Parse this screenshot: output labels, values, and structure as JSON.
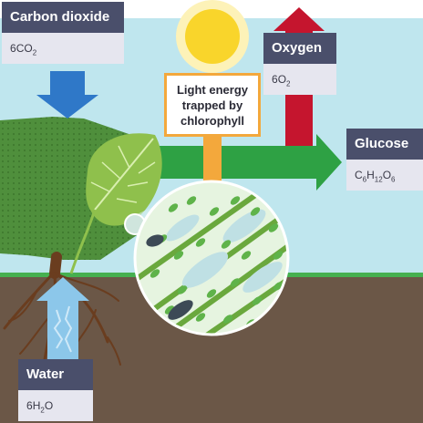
{
  "labels": {
    "carbon_dioxide": {
      "title": "Carbon dioxide",
      "formula": {
        "coef": "6",
        "parts": [
          {
            "t": "CO",
            "s": "2"
          }
        ]
      }
    },
    "oxygen": {
      "title": "Oxygen",
      "formula": {
        "coef": "6",
        "parts": [
          {
            "t": "O",
            "s": "2"
          }
        ]
      }
    },
    "glucose": {
      "title": "Glucose",
      "formula": {
        "coef": "",
        "parts": [
          {
            "t": "C",
            "s": "6"
          },
          {
            "t": "H",
            "s": "12"
          },
          {
            "t": "O",
            "s": "6"
          }
        ]
      }
    },
    "water": {
      "title": "Water",
      "formula": {
        "coef": "6",
        "parts": [
          {
            "t": "H",
            "s": "2"
          },
          {
            "t": "O",
            "s": ""
          }
        ]
      }
    },
    "light": "Light energy trapped by chlorophyll"
  },
  "colors": {
    "sky": "#bfe6ee",
    "ground": "#6b5747",
    "grass": "#45b050",
    "label_header": "#4a4f6b",
    "label_body": "#e6e6ef",
    "co2_arrow": "#2f78c8",
    "oxygen_arrow": "#c5152e",
    "glucose_arrow": "#2ea144",
    "light_arrow": "#f3a83c",
    "sun": "#f9d52b",
    "water_arrow": "#8cc7ea"
  }
}
